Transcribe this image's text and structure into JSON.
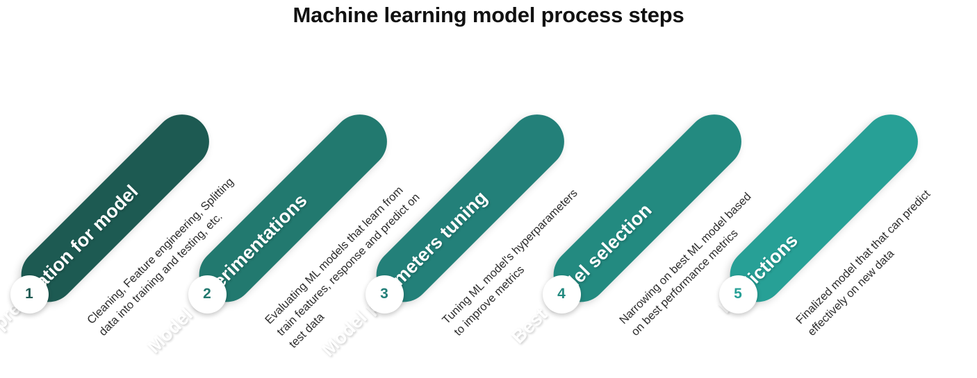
{
  "title": "Machine learning model process steps",
  "palette": {
    "background": "#ffffff",
    "title_color": "#111111",
    "caption_color": "#2d2d2d",
    "badge_background": "#ffffff"
  },
  "steps": [
    {
      "number": "1",
      "label": "Data preparation for model",
      "color": "#1d5a52",
      "caption_lines": [
        "Cleaning, Feature engineering, Splitting",
        "data into training and testing,  etc."
      ]
    },
    {
      "number": "2",
      "label": "Model experimentations",
      "color": "#22796f",
      "caption_lines": [
        "Evaluating ML models that learn from",
        "train features, response and predict on",
        "test data"
      ]
    },
    {
      "number": "3",
      "label": "Model parameters tuning",
      "color": "#238079",
      "caption_lines": [
        "Tuning ML model's hyperparameters",
        "to improve metrics"
      ]
    },
    {
      "number": "4",
      "label": "Best model selection",
      "color": "#238a80",
      "caption_lines": [
        "Narrowing on best ML model based",
        "on best performance metrics"
      ]
    },
    {
      "number": "5",
      "label": "Predictions",
      "color": "#27a096",
      "caption_lines": [
        "Finalized model that that can predict",
        "effectively on new data"
      ]
    }
  ]
}
